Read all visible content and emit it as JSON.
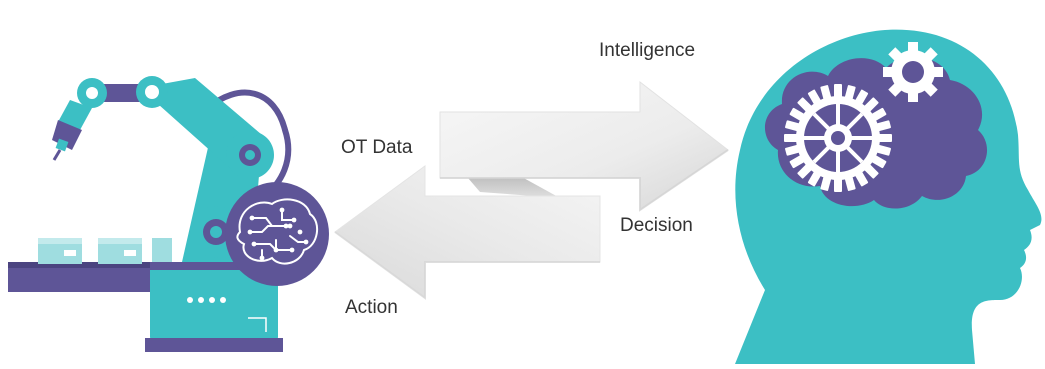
{
  "labels": {
    "intelligence": "Intelligence",
    "ot_data": "OT Data",
    "decision": "Decision",
    "action": "Action"
  },
  "icons": {
    "robot_arm": "robot-arm-icon",
    "ai_brain_badge": "circuit-brain-icon",
    "human_head": "human-head-icon",
    "brain_gears": "gears-icon",
    "arrow_right": "arrow-right-icon",
    "arrow_left": "arrow-left-icon"
  },
  "colors": {
    "teal": "#3cbfc4",
    "purple": "#5e5597",
    "dark_purple": "#4b4480",
    "arrow_light": "#f2f2f2",
    "arrow_shadow": "#cfcfcf",
    "text": "#333333"
  }
}
